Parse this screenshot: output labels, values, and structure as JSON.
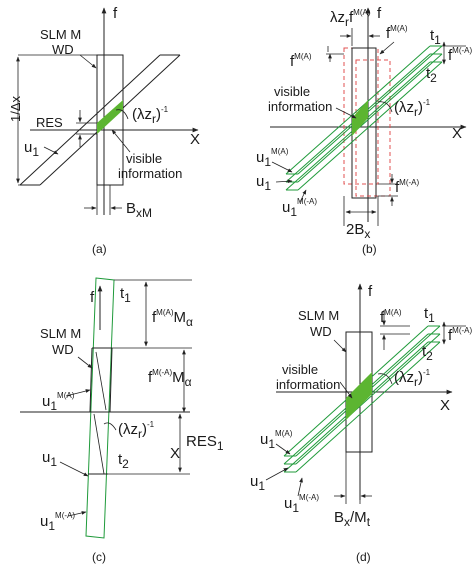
{
  "panels": {
    "a": {
      "caption": "(a)",
      "axis_f": "f",
      "axis_x": "X",
      "slm_line1": "SLM M",
      "slm_line2": "WD",
      "inv_dx": "1/Δx",
      "res": "RES",
      "lz": "(λz",
      "lz_sub": "r",
      "lz_close": ")",
      "lz_exp": "-1",
      "u1": "u",
      "u1_sub": "1",
      "visible1": "visible",
      "visible2": "information",
      "bx": "B",
      "bx_sub": "xM"
    },
    "b": {
      "caption": "(b)",
      "axis_f": "f",
      "axis_x": "X",
      "lzf": "λz",
      "lzf_sub": "r",
      "lzf_f": "f",
      "lzf_sup": "M(A)",
      "fma_left": "f",
      "fma_left_sup": "M(A)",
      "fma_right": "f",
      "fma_right_sup": "M(A)",
      "t1": "t",
      "t1_sub": "1",
      "fmam_top": "f",
      "fmam_top_sup": "M(-A)",
      "t2": "t",
      "t2_sub": "2",
      "visible1": "visible",
      "visible2": "information",
      "lz": "(λz",
      "lz_sub": "r",
      "lz_close": ")",
      "lz_exp": "-1",
      "u1ma": "u",
      "u1ma_sub": "1",
      "u1ma_sup": "M(A)",
      "u1": "u",
      "u1_sub": "1",
      "u1mma": "u",
      "u1mma_sub": "1",
      "u1mma_sup": "M(-A)",
      "fmam_bot": "f",
      "fmam_bot_sup": "M(-A)",
      "bx": "2B",
      "bx_sub": "x"
    },
    "c": {
      "caption": "(c)",
      "axis_f": "f",
      "axis_x": "X",
      "t1": "t",
      "t1_sub": "1",
      "fmama": "f",
      "fmama_sup": "M(A)",
      "fmama_m": "M",
      "fmama_sub": "α",
      "slm_line1": "SLM M",
      "slm_line2": "WD",
      "fmmam": "f",
      "fmmam_sup": "M(-A)",
      "fmmam_m": "M",
      "fmmam_sub": "α",
      "u1ma": "u",
      "u1ma_sub": "1",
      "u1ma_sup": "M(A)",
      "lz": "(λz",
      "lz_sub": "r",
      "lz_close": ")",
      "lz_exp": "-1",
      "res1": "RES",
      "res1_sub": "1",
      "t2": "t",
      "t2_sub": "2",
      "u1": "u",
      "u1_sub": "1",
      "u1mma": "u",
      "u1mma_sub": "1",
      "u1mma_sup": "M(-A)"
    },
    "d": {
      "caption": "(d)",
      "axis_f": "f",
      "axis_x": "X",
      "fma": "f",
      "fma_sup": "M(A)",
      "t1": "t",
      "t1_sub": "1",
      "fmam": "f",
      "fmam_sup": "M(-A)",
      "t2": "t",
      "t2_sub": "2",
      "slm_line1": "SLM M",
      "slm_line2": "WD",
      "visible1": "visible",
      "visible2": "information",
      "lz": "(λz",
      "lz_sub": "r",
      "lz_close": ")",
      "lz_exp": "-1",
      "u1ma": "u",
      "u1ma_sub": "1",
      "u1ma_sup": "M(A)",
      "u1": "u",
      "u1_sub": "1",
      "u1mma": "u",
      "u1mma_sub": "1",
      "u1mma_sup": "M(-A)",
      "bxm": "B",
      "bxm_sub": "x",
      "bxm_slash": "/M",
      "bxm_sub2": "t"
    }
  },
  "colors": {
    "line": "#222222",
    "green_line": "#1f9a3a",
    "green_fill": "#5cb531",
    "red_dash": "#e05050"
  }
}
